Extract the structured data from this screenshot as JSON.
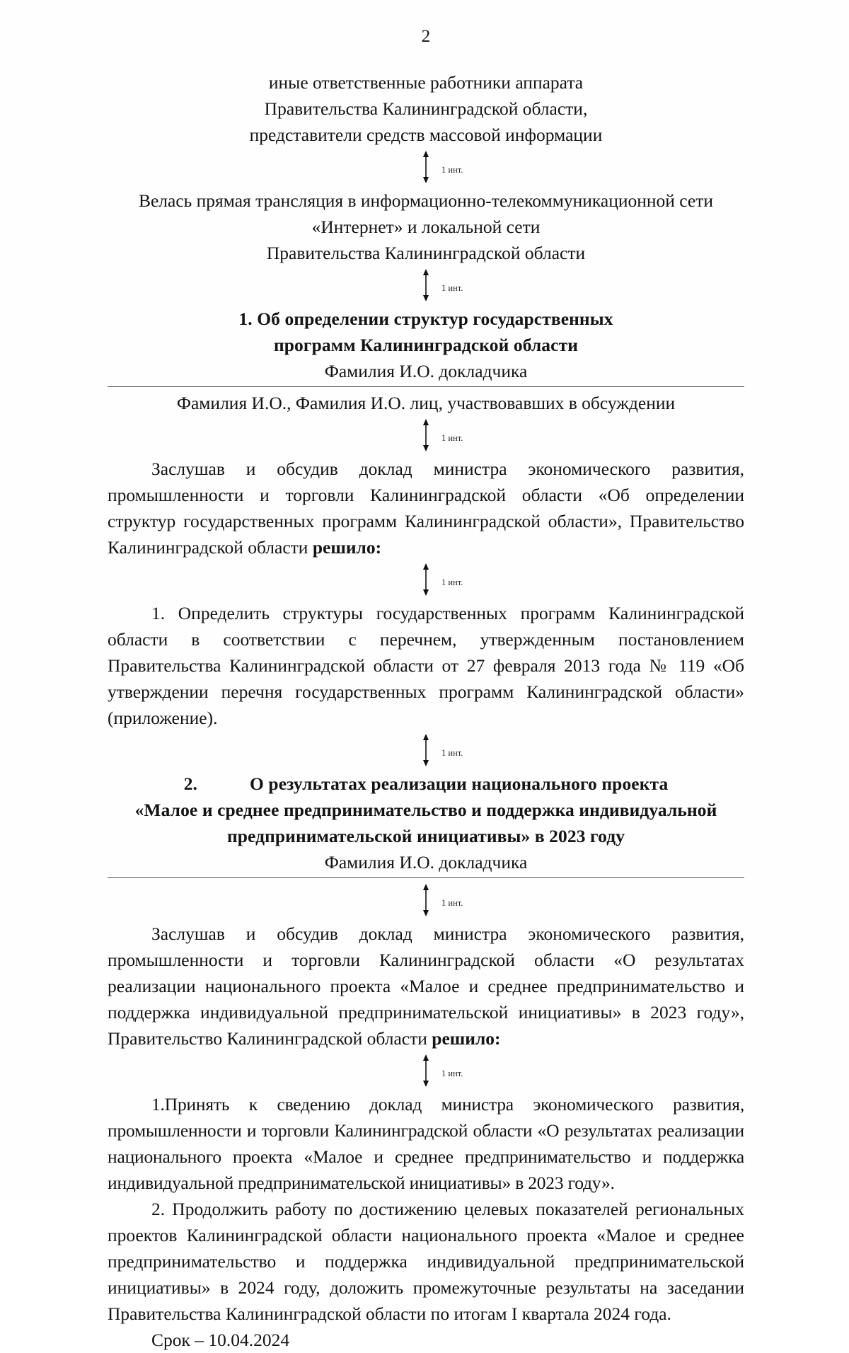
{
  "document": {
    "page_number": "2",
    "spacing_marker_label": "1 инт.",
    "attendees_block": [
      "иные ответственные работники аппарата",
      "Правительства Калининградской области,",
      "представители средств массовой информации"
    ],
    "broadcast_block": [
      "Велась прямая трансляция в информационно-телекоммуникационной сети",
      "«Интернет» и локальной сети",
      "Правительства Калининградской области"
    ],
    "item1": {
      "heading_lines": [
        "1. Об определении структур государственных",
        "программ Калининградской области"
      ],
      "speaker": "Фамилия И.О. докладчика",
      "participants": "Фамилия И.О., Фамилия И.О. лиц, участвовавших в обсуждении",
      "preamble_text": "Заслушав и обсудив доклад министра экономического развития, промышленности и торговли Калининградской области «Об определении структур государственных программ Калининградской области», Правительство Калининградской области ",
      "preamble_bold": "решило:",
      "resolutions": [
        "1. Определить структуры государственных программ Калининградской области в соответствии с перечнем, утвержденным постановлением Правительства Калининградской области от 27 февраля 2013 года № 119 «Об утверждении перечня государственных программ Калининградской области» (приложение)."
      ]
    },
    "item2": {
      "heading_number": "2.",
      "heading_lines": [
        "О результатах реализации национального проекта",
        "«Малое и среднее предпринимательство и поддержка индивидуальной",
        "предпринимательской инициативы» в 2023 году"
      ],
      "speaker": "Фамилия И.О. докладчика",
      "preamble_text": "Заслушав и обсудив доклад министра экономического развития, промышленности и торговли Калининградской области «О результатах реализации национального проекта «Малое и среднее предпринимательство и поддержка индивидуальной предпринимательской инициативы» в 2023 году», Правительство Калининградской области ",
      "preamble_bold": "решило:",
      "resolutions": [
        "1.Принять к сведению доклад министра экономического развития, промышленности и торговли Калининградской области «О результатах реализации национального проекта «Малое и среднее предпринимательство и поддержка индивидуальной предпринимательской инициативы» в 2023 году».",
        "2. Продолжить работу по достижению целевых показателей региональных проектов Калининградской области национального проекта «Малое и среднее предпринимательство и поддержка индивидуальной предпринимательской инициативы» в 2024 году, доложить промежуточные результаты на заседании Правительства Калининградской области по итогам I квартала 2024 года."
      ],
      "deadline": "Срок – 10.04.2024"
    }
  }
}
